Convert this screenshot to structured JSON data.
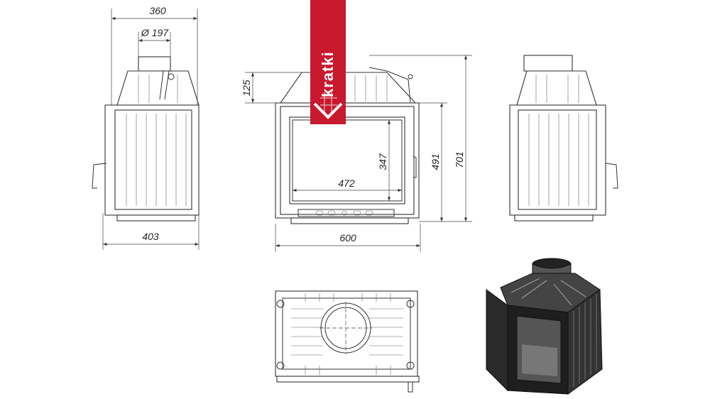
{
  "brand": {
    "name": "kratki",
    "color": "#c8192e"
  },
  "dimensions": {
    "side_depth_top": "360",
    "flue_diameter": "Ø 197",
    "side_depth_bottom": "403",
    "front_top_height": "125",
    "glass_height": "347",
    "glass_width": "472",
    "front_body_height": "491",
    "total_height": "701",
    "total_width": "600"
  },
  "views": [
    "side-view-left",
    "front-view",
    "side-view-right",
    "top-view",
    "3d-render"
  ]
}
